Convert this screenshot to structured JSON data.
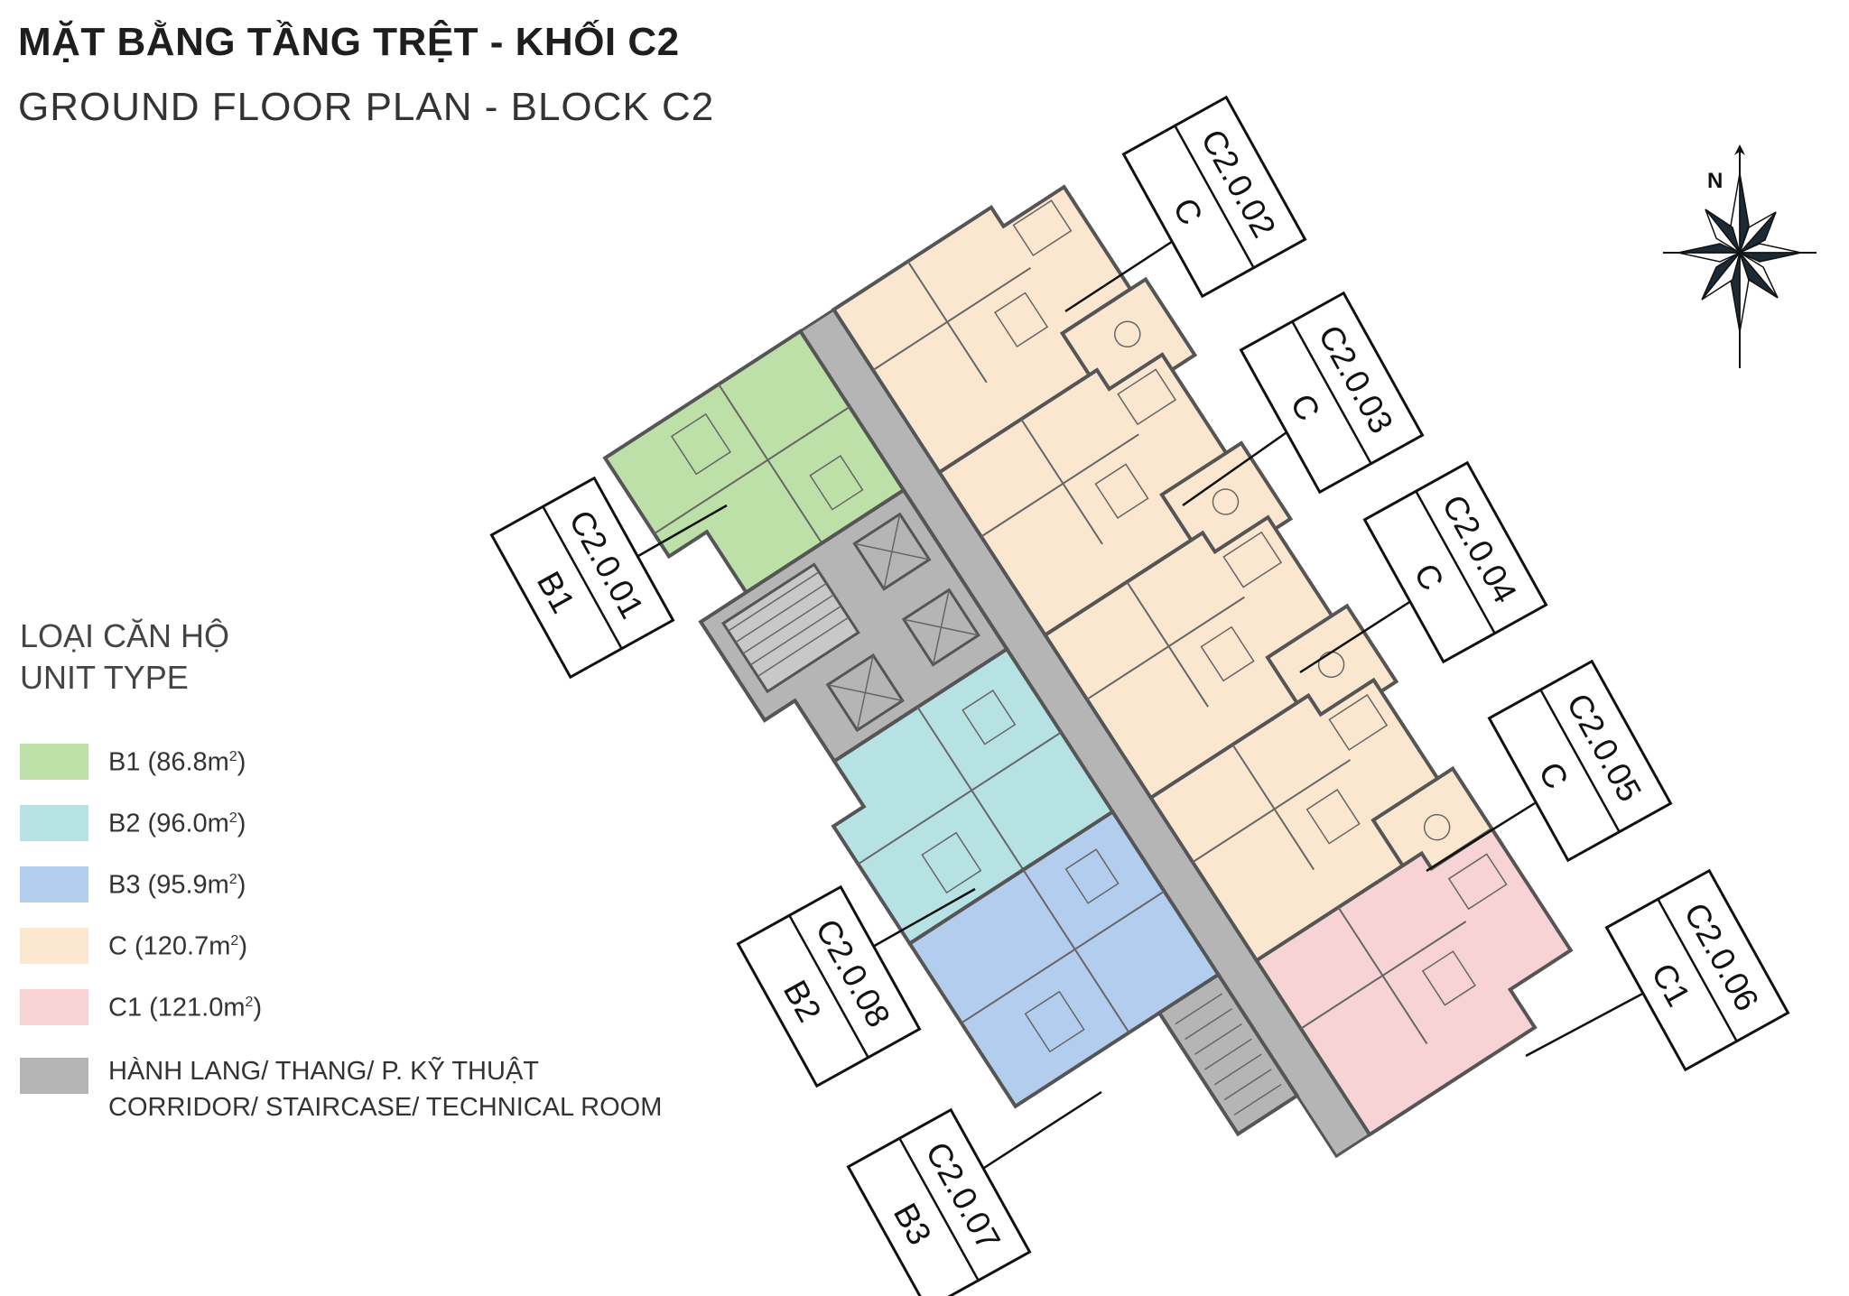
{
  "header": {
    "title": "MẶT BẰNG TẦNG TRỆT - KHỐI C2",
    "subtitle": "GROUND FLOOR PLAN - BLOCK C2"
  },
  "legend": {
    "heading_vi": "LOẠI CĂN HỘ",
    "heading_en": "UNIT TYPE",
    "items": [
      {
        "code": "B1",
        "area": "(86.8m",
        "sup": "2",
        "close": ")",
        "color": "#bde0a8"
      },
      {
        "code": "B2",
        "area": "(96.0m",
        "sup": "2",
        "close": ")",
        "color": "#b7e2e4"
      },
      {
        "code": "B3",
        "area": "(95.9m",
        "sup": "2",
        "close": ")",
        "color": "#b3cdee"
      },
      {
        "code": "C",
        "area": "(120.7m",
        "sup": "2",
        "close": ")",
        "color": "#fbe7cf"
      },
      {
        "code": "C1",
        "area": "(121.0m",
        "sup": "2",
        "close": ")",
        "color": "#f8d3d6"
      },
      {
        "code": "",
        "line1": "HÀNH LANG/ THANG/ P. KỸ THUẬT",
        "line2": "CORRIDOR/ STAIRCASE/ TECHNICAL ROOM",
        "color": "#b5b5b5"
      }
    ]
  },
  "compass": {
    "label": "N"
  },
  "units": [
    {
      "id": "C2.0.01",
      "type": "B1"
    },
    {
      "id": "C2.0.02",
      "type": "C"
    },
    {
      "id": "C2.0.03",
      "type": "C"
    },
    {
      "id": "C2.0.04",
      "type": "C"
    },
    {
      "id": "C2.0.05",
      "type": "C"
    },
    {
      "id": "C2.0.06",
      "type": "C1"
    },
    {
      "id": "C2.0.07",
      "type": "B3"
    },
    {
      "id": "C2.0.08",
      "type": "B2"
    }
  ]
}
